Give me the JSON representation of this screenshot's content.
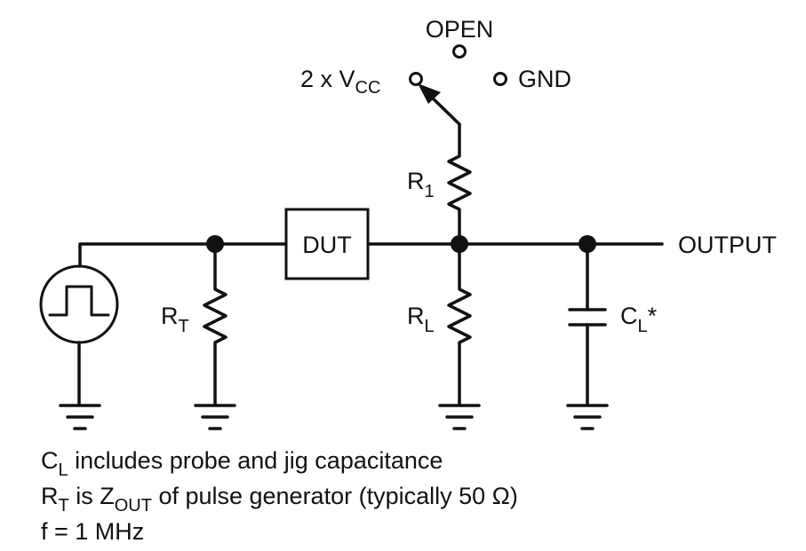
{
  "switch": {
    "open_label": "OPEN",
    "vcc_prefix": "2 x V",
    "vcc_sub": "CC",
    "gnd_label": "GND"
  },
  "components": {
    "r1_main": "R",
    "r1_sub": "1",
    "dut_label": "DUT",
    "rt_main": "R",
    "rt_sub": "T",
    "rl_main": "R",
    "rl_sub": "L",
    "cl_main": "C",
    "cl_sub": "L",
    "cl_suffix": "*",
    "output_label": "OUTPUT"
  },
  "notes": {
    "line1_main": "C",
    "line1_sub": "L",
    "line1_rest": " includes probe and jig capacitance",
    "line2_main": "R",
    "line2_sub": "T",
    "line2_mid": " is Z",
    "line2_sub2": "OUT",
    "line2_rest": " of pulse generator (typically 50 Ω)",
    "line3": "f = 1 MHz"
  },
  "icons": {
    "source": "pulse-generator-icon",
    "ground": "ground-icon",
    "resistor": "resistor-icon",
    "capacitor": "capacitor-icon"
  },
  "colors": {
    "ink": "#111111",
    "background": "#ffffff"
  }
}
